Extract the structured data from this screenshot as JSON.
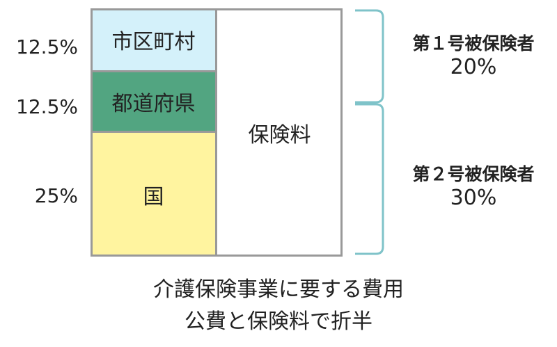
{
  "left_percentages": {
    "municipal": "12.5%",
    "prefecture": "12.5%",
    "national": "25%"
  },
  "public_blocks": {
    "municipal": "市区町村",
    "prefecture": "都道府県",
    "national": "国"
  },
  "insurance_block": "保険料",
  "braces": [
    {
      "name": "第１号被保険者",
      "value": "20%"
    },
    {
      "name": "第２号被保険者",
      "value": "30%"
    }
  ],
  "caption": {
    "line1": "介護保険事業に要する費用",
    "line2": "公費と保険料で折半"
  },
  "colors": {
    "municipal": "#d4f1fa",
    "prefecture": "#52a581",
    "national": "#fff49f",
    "insurance": "#ffffff",
    "border": "#999999",
    "brace": "#7fc3c9"
  }
}
